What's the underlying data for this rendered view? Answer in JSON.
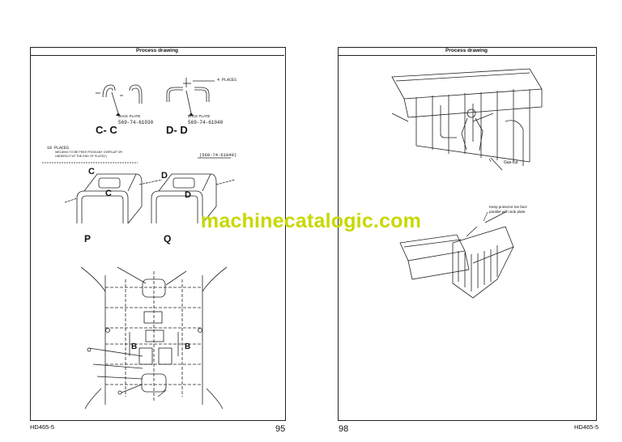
{
  "left_page": {
    "header": "Process drawing",
    "model": "HD465-5",
    "page_number": "95",
    "section_cc": "C- C",
    "section_dd": "D- D",
    "back_plate_1": "BACK PLATE",
    "part_cc": "569-74-61030",
    "back_plate_2": "BACK PLATE",
    "part_dd": "569-74-61040",
    "four_places": "4 PLACES",
    "ten_places": "10 PLACES",
    "weld_note_1": "WELDING TO BE FREE FROM ANY OVERLAP OR",
    "weld_note_2": "UNDERCUT AT THE END OF PLATE(*)",
    "part_q_ref": "(569-74-61040)",
    "label_c1": "C",
    "label_c2": "C",
    "label_d1": "D",
    "label_d2": "D",
    "label_p": "P",
    "label_q": "Q",
    "label_b1": "B",
    "label_b2": "B"
  },
  "right_page": {
    "header": "Process drawing",
    "model": "HD465-5",
    "page_number": "98",
    "gas_cut": "Gas-cut",
    "note_1": "Keep protector toe face",
    "note_2": "parallel with side plate."
  },
  "watermark": "machinecatalogic.com"
}
